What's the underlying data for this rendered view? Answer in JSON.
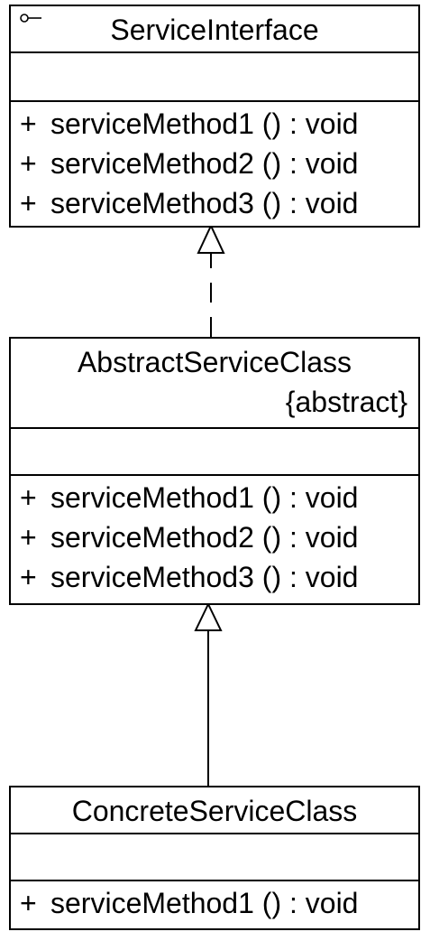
{
  "classes": {
    "service_interface": {
      "icon": "interface-lollipop-icon",
      "name": "ServiceInterface",
      "operations": [
        {
          "visibility": "+",
          "signature": "serviceMethod1 ()  : void"
        },
        {
          "visibility": "+",
          "signature": "serviceMethod2 ()  : void"
        },
        {
          "visibility": "+",
          "signature": "serviceMethod3 ()  : void"
        }
      ]
    },
    "abstract_service_class": {
      "name": "AbstractServiceClass",
      "stereotype": "{abstract}",
      "operations": [
        {
          "visibility": "+",
          "signature": "serviceMethod1 ()  : void"
        },
        {
          "visibility": "+",
          "signature": "serviceMethod2 ()  : void"
        },
        {
          "visibility": "+",
          "signature": "serviceMethod3 ()  : void"
        }
      ]
    },
    "concrete_service_class": {
      "name": "ConcreteServiceClass",
      "operations": [
        {
          "visibility": "+",
          "signature": "serviceMethod1 ()  : void"
        }
      ]
    }
  },
  "relations": [
    {
      "type": "realization",
      "from": "AbstractServiceClass",
      "to": "ServiceInterface"
    },
    {
      "type": "generalization",
      "from": "ConcreteServiceClass",
      "to": "AbstractServiceClass"
    }
  ]
}
